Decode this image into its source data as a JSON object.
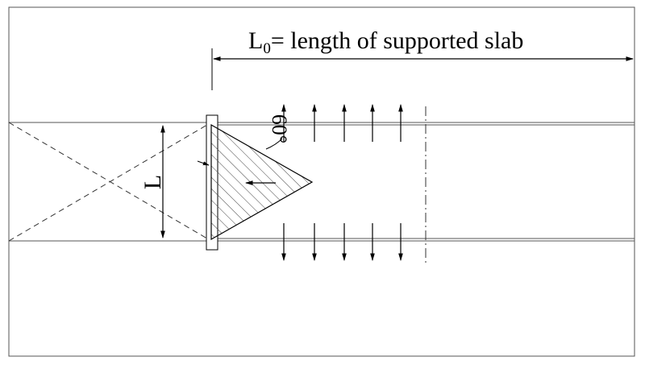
{
  "diagram": {
    "title_symbol": "L",
    "title_subscript": "0",
    "title_text": "= length of supported slab",
    "width_label": "L",
    "angle_label": "60°",
    "colors": {
      "line": "#000000",
      "frame": "#555555",
      "dash": "#333333",
      "hatch": "#444444"
    }
  }
}
